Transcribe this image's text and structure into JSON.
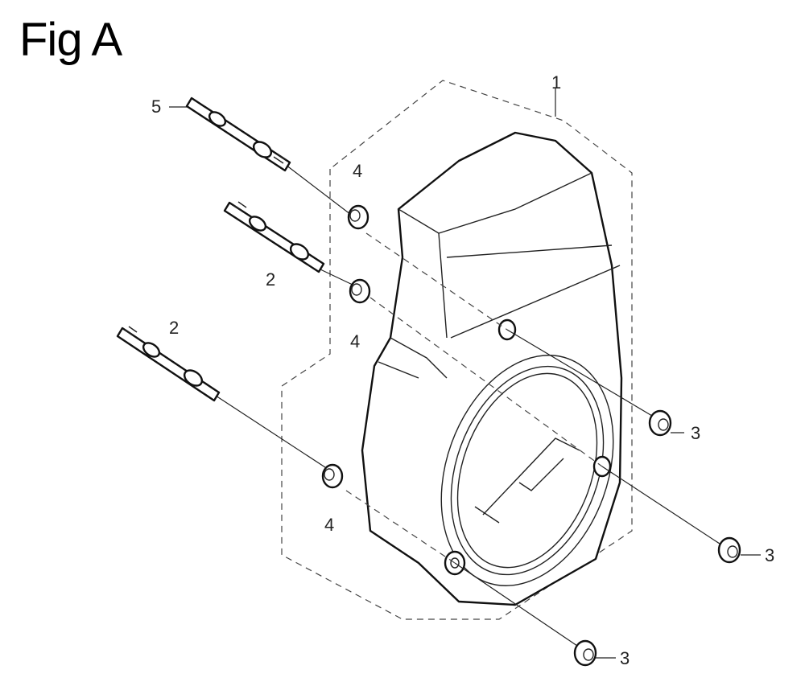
{
  "figure": {
    "title": "Fig A"
  },
  "callouts": [
    {
      "id": "c1",
      "label": "1"
    },
    {
      "id": "c5",
      "label": "5"
    },
    {
      "id": "c4a",
      "label": "4"
    },
    {
      "id": "c2a",
      "label": "2"
    },
    {
      "id": "c4b",
      "label": "4"
    },
    {
      "id": "c2b",
      "label": "2"
    },
    {
      "id": "c4c",
      "label": "4"
    },
    {
      "id": "c3a",
      "label": "3"
    },
    {
      "id": "c3b",
      "label": "3"
    },
    {
      "id": "c3c",
      "label": "3"
    }
  ]
}
